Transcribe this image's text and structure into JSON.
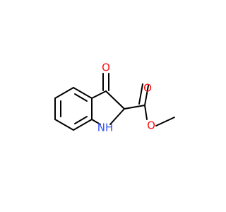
{
  "molecule": {
    "atoms": {
      "carbonyl_oxygen": {
        "label": "O",
        "color": "#ff0d0d"
      },
      "ester_carbonyl_oxygen": {
        "label": "O",
        "color": "#ff0d0d"
      },
      "ester_single_oxygen": {
        "label": "O",
        "color": "#ff0d0d"
      },
      "ring_nitrogen": {
        "label": "NH",
        "color": "#3050f8"
      }
    },
    "bond_color": "#000000"
  }
}
